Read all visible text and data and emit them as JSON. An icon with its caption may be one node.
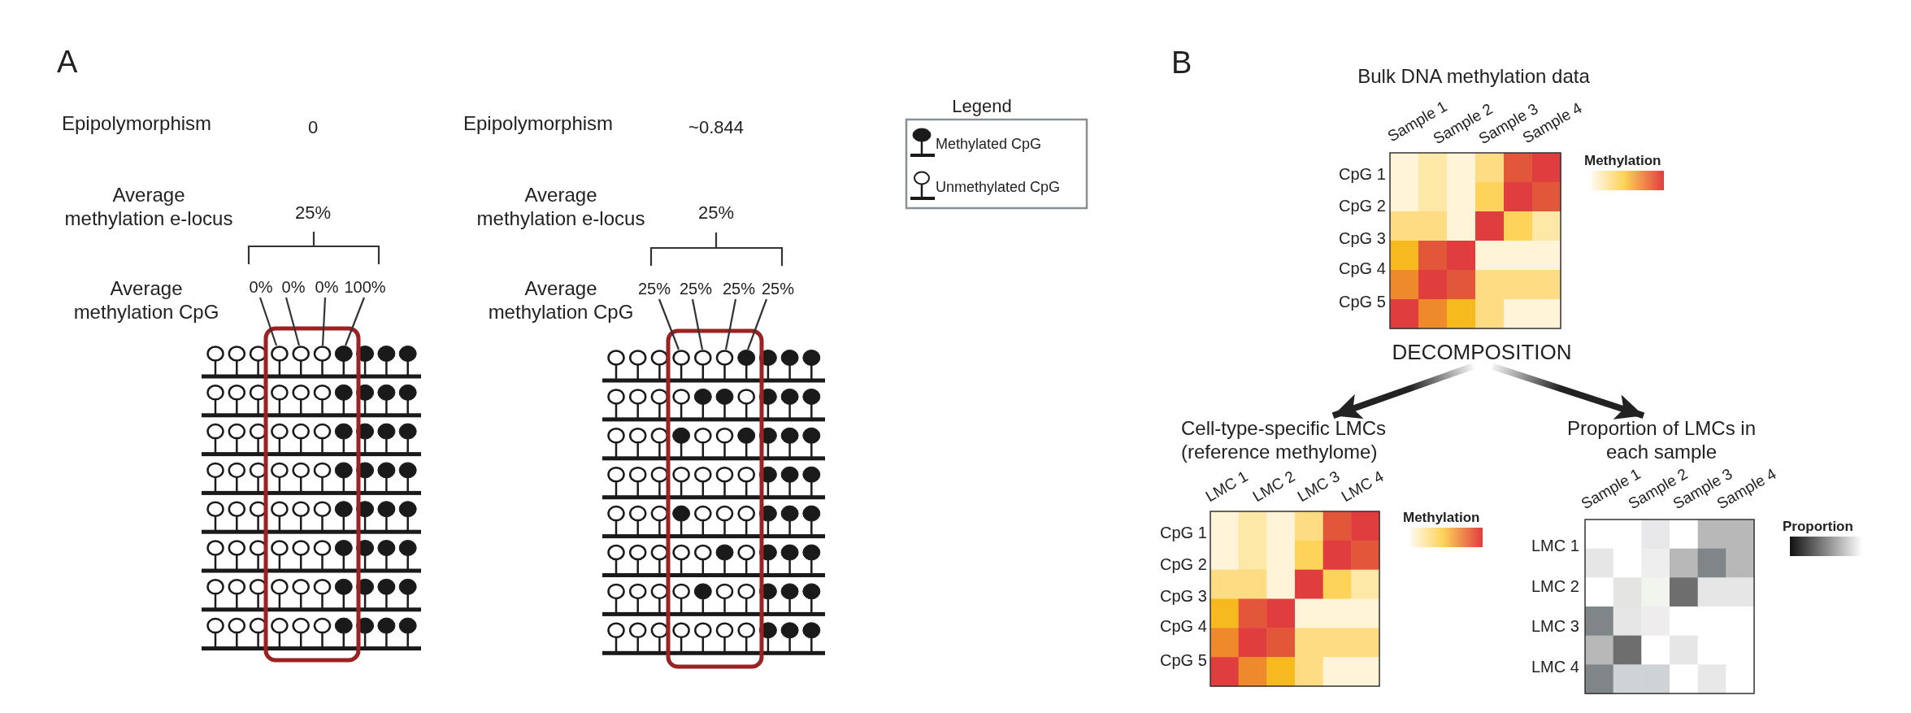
{
  "diagram": {
    "nodes": [
      {
        "text": [
          "DECOMPOSITION"
        ]
      },
      {
        "text": [
          "Cell-type-specific LMCs (reference methylome)"
        ]
      },
      {
        "text": [
          "Proportion of LMCs in each sample"
        ]
      },
      {
        "text": [
          "0%"
        ]
      },
      {
        "text": [
          "0%"
        ]
      },
      {
        "text": [
          "0%"
        ]
      },
      {
        "text": [
          "100%"
        ]
      },
      {
        "text": [
          "25%"
        ]
      },
      {
        "text": [
          "25%"
        ]
      },
      {
        "text": [
          "25%"
        ]
      },
      {
        "text": [
          "25%"
        ]
      },
      {
        "text": [
          "Methylation"
        ]
      },
      {
        "text": [
          "Methylation"
        ]
      },
      {
        "text": [
          "Proportion"
        ]
      }
    ],
    "edges": [
      {
        "from": 0,
        "to": 1,
        "arrow": "to",
        "style": "thick"
      },
      {
        "from": 0,
        "to": 2,
        "arrow": "to",
        "style": "thick"
      },
      {
        "from": 3,
        "to": null,
        "arrow": "none"
      },
      {
        "from": 4,
        "to": null,
        "arrow": "none"
      },
      {
        "from": 5,
        "to": null,
        "arrow": "none"
      },
      {
        "from": 6,
        "to": null,
        "arrow": "none"
      },
      {
        "from": 7,
        "to": null,
        "arrow": "none"
      },
      {
        "from": 8,
        "to": null,
        "arrow": "none"
      },
      {
        "from": 9,
        "to": null,
        "arrow": "none"
      },
      {
        "from": 10,
        "to": null,
        "arrow": "none"
      }
    ],
    "labels": [
      "A",
      "Epipolymorphism",
      "0",
      "Average methylation e-locus",
      "25%",
      "Average methylation CpG",
      "Epipolymorphism",
      "~0.844",
      "Average methylation e-locus",
      "25%",
      "Average methylation CpG",
      "Legend",
      "B",
      "Bulk DNA methylation data",
      "Sample 1",
      "Sample 2",
      "Sample 3",
      "Sample 4",
      "CpG 1",
      "CpG 2",
      "CpG 3",
      "CpG 4",
      "CpG 5",
      "LMC 1",
      "LMC 2",
      "LMC 3",
      "LMC 4",
      "CpG 1",
      "CpG 2",
      "CpG 3",
      "CpG 4",
      "CpG 5",
      "Sample 1",
      "Sample 2",
      "Sample 3",
      "Sample 4",
      "LMC 1",
      "LMC 2",
      "LMC 3",
      "LMC 4"
    ],
    "legend": [
      {
        "text": "Methylated CpG"
      },
      {
        "text": "Unmethylated CpG"
      }
    ]
  }
}
